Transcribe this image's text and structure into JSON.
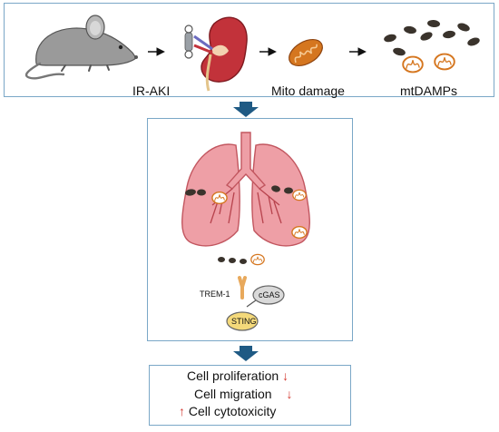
{
  "top_labels": {
    "stage1": "IR-AKI",
    "stage2": "Mito damage",
    "stage3": "mtDAMPs"
  },
  "pathway": {
    "receptor": "TREM-1",
    "sensor": "cGAS",
    "adaptor": "STING"
  },
  "outcomes": [
    {
      "text": "Cell proliferation",
      "direction": "down"
    },
    {
      "text": "Cell migration",
      "direction": "down"
    },
    {
      "text": "Cell cytotoxicity",
      "direction": "up"
    }
  ],
  "colors": {
    "panel_border": "#7aa7c7",
    "flow_arrow": "#1f5a84",
    "lung": "#ee9fa6",
    "kidney": "#c2323a",
    "mitochondria": "#d5761f",
    "mtdna": "#3a332c",
    "down_arrow": "#d43a32",
    "up_arrow": "#d43a32",
    "sting": "#f4d97a",
    "cgas": "#d9d9d9",
    "trem1": "#e8a95c"
  }
}
